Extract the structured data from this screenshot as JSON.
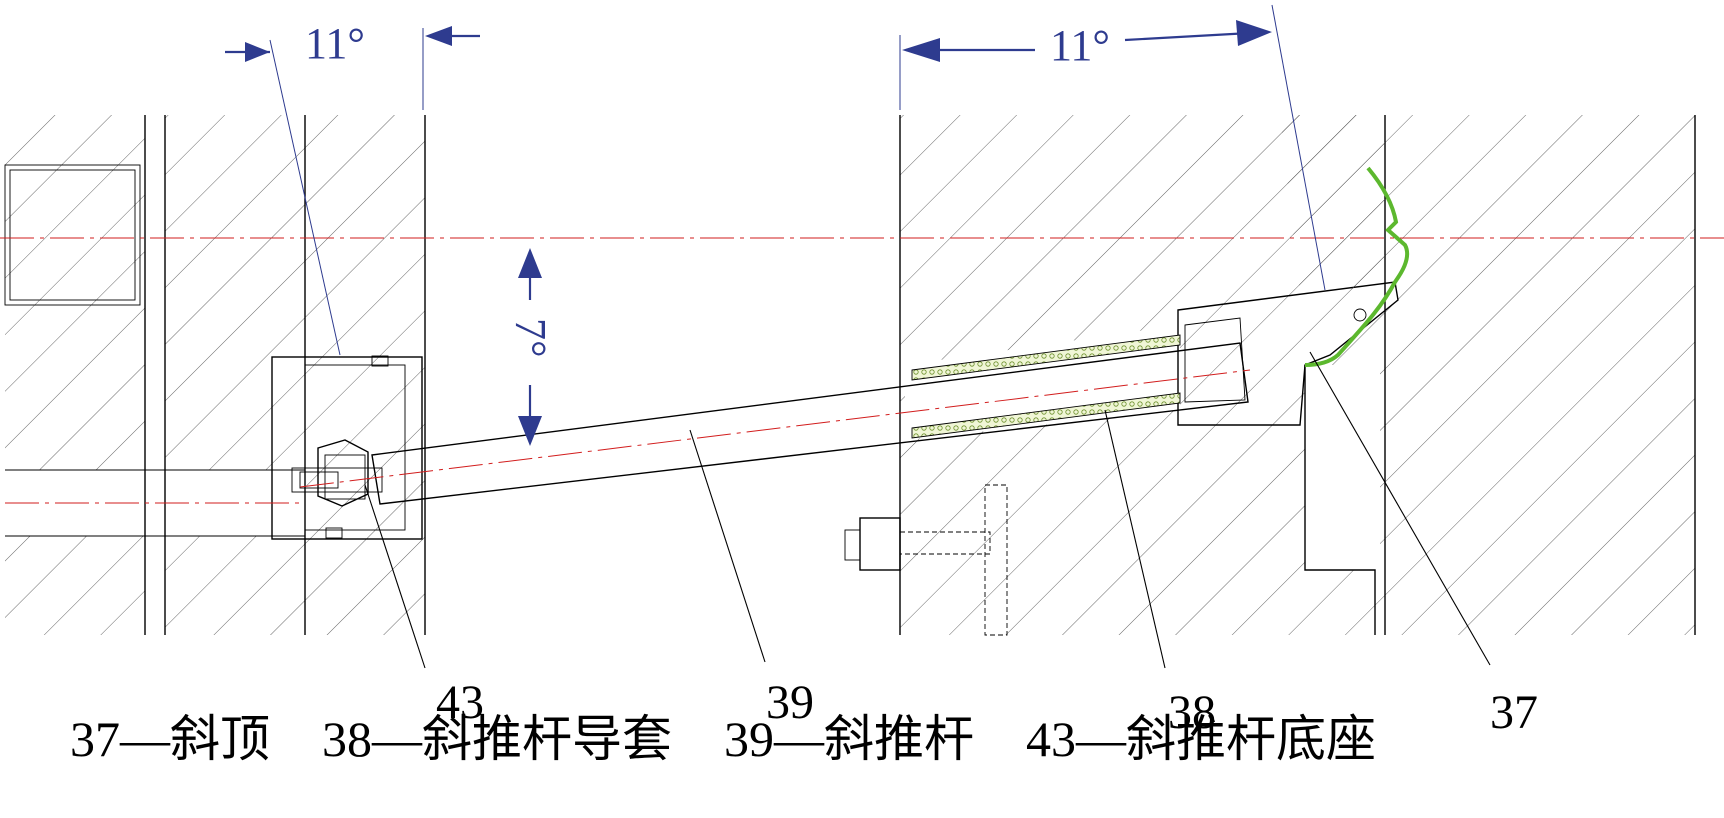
{
  "dimensions": {
    "left_angle": "11°",
    "right_angle": "11°",
    "rod_angle": "7°"
  },
  "callouts": [
    {
      "id": "43",
      "text": "43"
    },
    {
      "id": "39",
      "text": "39"
    },
    {
      "id": "38",
      "text": "38"
    },
    {
      "id": "37",
      "text": "37"
    }
  ],
  "legend": [
    {
      "text": "37—斜顶"
    },
    {
      "text": "38—斜推杆导套"
    },
    {
      "text": "39—斜推杆"
    },
    {
      "text": "43—斜推杆底座"
    }
  ],
  "colors": {
    "dimension": "#2e3b8f",
    "centerline": "#d21d1d",
    "part_outline": "#5cb82e",
    "sleeve_fill": "#e8f3c8"
  }
}
